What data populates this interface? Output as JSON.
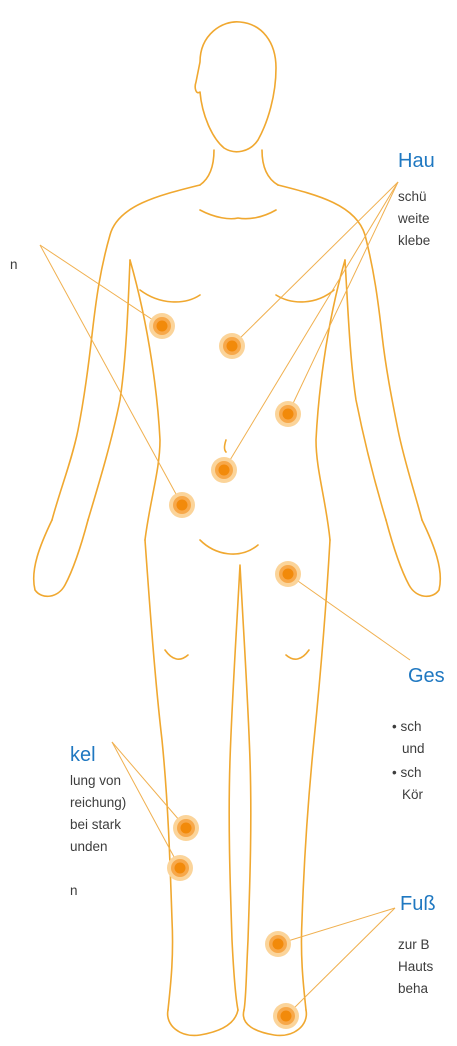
{
  "labels": {
    "top_right": {
      "heading": "Hau",
      "lines": [
        "schü",
        "weite",
        "klebe"
      ]
    },
    "left_top": {
      "lines": [
        "n"
      ]
    },
    "right_middle": {
      "heading": "Ges",
      "bullets": [
        {
          "lines": [
            "• sch",
            "und"
          ]
        },
        {
          "lines": [
            "• sch",
            "Kör"
          ]
        }
      ]
    },
    "left_bottom": {
      "heading": "kel",
      "lines": [
        "lung von",
        "reichung)",
        "bei stark",
        "unden",
        "",
        "n"
      ]
    },
    "right_bottom": {
      "heading": "Fuß",
      "lines": [
        "zur B",
        "Hauts",
        "beha"
      ]
    }
  },
  "colors": {
    "outline": "#f0a830",
    "marker_outer": "#fbd49a",
    "marker_mid": "#f7a84a",
    "marker_core": "#f28a0a",
    "heading": "#1f78c1",
    "text": "#3d3d3d"
  }
}
